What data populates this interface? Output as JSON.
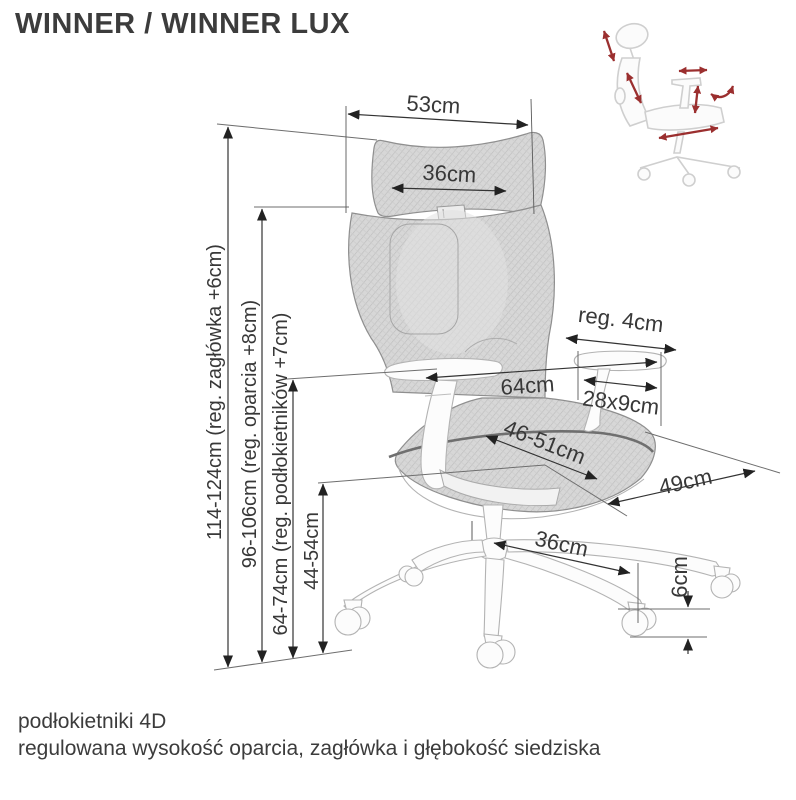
{
  "header": {
    "title": "WINNER / WINNER LUX"
  },
  "footer": {
    "line1": "podłokietniki 4D",
    "line2": "regulowana wysokość oparcia, zagłówka i głębokość siedziska"
  },
  "dimensions": {
    "headrest_outer_width": "53cm",
    "headrest_width": "36cm",
    "armrest_slide_adjust": "reg. 4cm",
    "width_with_armrests": "64cm",
    "armrest_pad_size": "28x9cm",
    "seat_depth_range": "46-51cm",
    "seat_width": "49cm",
    "base_span": "36cm",
    "caster_height": "6cm",
    "total_height_range": "114-124cm (reg. zagłówka +6cm)",
    "backrest_height_range": "96-106cm (reg. oparcia +8cm)",
    "armrest_height_range": "64-74cm (reg. podłokietników +7cm)",
    "seat_height_range": "44-54cm"
  },
  "colors": {
    "text": "#3c3c3c",
    "dimension_line": "#333333",
    "adjustment_arrow_red": "#9b2f2f",
    "mesh_gray": "#d6d6d6",
    "chair_outline": "#8f8f8f"
  },
  "icons": {
    "adjustment_arrows": [
      "headrest-height-arrow",
      "backrest-height-arrow",
      "armrest-slide-arrow",
      "armrest-height-arrow",
      "armrest-pivot-arrow",
      "seat-depth-arrow"
    ]
  }
}
